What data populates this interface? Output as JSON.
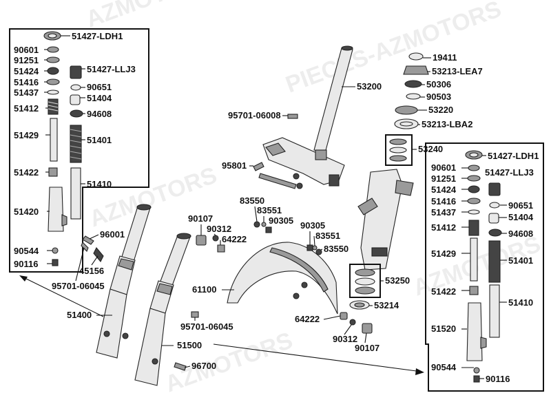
{
  "watermarks": [
    "PIECES-AZMOTORS",
    "AZMOTORS",
    "AZMOTORS",
    "AZMOTORS",
    "AZMOTORS"
  ],
  "labels": {
    "l_51427_ldh1_a": "51427-LDH1",
    "l_90601_a": "90601",
    "l_91251_a": "91251",
    "l_51424_a": "51424",
    "l_51427_llj3_a": "51427-LLJ3",
    "l_51416_a": "51416",
    "l_90651_a": "90651",
    "l_51437_a": "51437",
    "l_51404_a": "51404",
    "l_51412_a": "51412",
    "l_94608_a": "94608",
    "l_51429_a": "51429",
    "l_51401_a": "51401",
    "l_51422_a": "51422",
    "l_51410_a": "51410",
    "l_51420": "51420",
    "l_90544_a": "90544",
    "l_90116_a": "90116",
    "l_96001": "96001",
    "l_45156": "45156",
    "l_95701_06045_a": "95701-06045",
    "l_51400": "51400",
    "l_53200": "53200",
    "l_95701_06008": "95701-06008",
    "l_95801": "95801",
    "l_83550_a": "83550",
    "l_83551_a": "83551",
    "l_90305_a": "90305",
    "l_90107_a": "90107",
    "l_90312_a": "90312",
    "l_64222_a": "64222",
    "l_90305_b": "90305",
    "l_83551_b": "83551",
    "l_83550_b": "83550",
    "l_61100": "61100",
    "l_95701_06045_b": "95701-06045",
    "l_51500": "51500",
    "l_96700": "96700",
    "l_19411": "19411",
    "l_53213_lea7": "53213-LEA7",
    "l_50306": "50306",
    "l_90503": "90503",
    "l_53220": "53220",
    "l_53213_lba2": "53213-LBA2",
    "l_53240": "53240",
    "l_53250": "53250",
    "l_53214": "53214",
    "l_64222_b": "64222",
    "l_90312_b": "90312",
    "l_90107_b": "90107",
    "l_51427_ldh1_b": "51427-LDH1",
    "l_90601_b": "90601",
    "l_91251_b": "91251",
    "l_51427_llj3_b": "51427-LLJ3",
    "l_51424_b": "51424",
    "l_51416_b": "51416",
    "l_90651_b": "90651",
    "l_51437_b": "51437",
    "l_51404_b": "51404",
    "l_51412_b": "51412",
    "l_94608_b": "94608",
    "l_51429_b": "51429",
    "l_51401_b": "51401",
    "l_51422_b": "51422",
    "l_51410_b": "51410",
    "l_51520": "51520",
    "l_90544_b": "90544",
    "l_90116_b": "90116"
  }
}
